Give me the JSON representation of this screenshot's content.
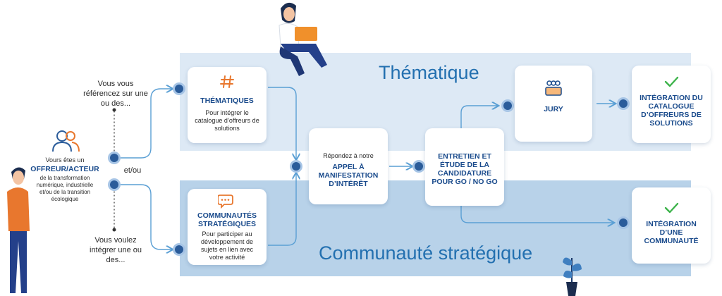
{
  "bands": {
    "top_title": "Thématique",
    "bottom_title": "Communauté stratégique"
  },
  "left": {
    "intro": "Vours êtes un",
    "title": "OFFREUR/ACTEUR",
    "desc": "de la transformation numérique, industrielle et/ou de la transition écologique",
    "top_text": "Vous vous référencez sur une ou des...",
    "bottom_text": "Vous voulez intégrer une ou des...",
    "andor": "et/ou"
  },
  "cards": {
    "thematiques": {
      "title": "THÉMATIQUES",
      "desc": "Pour intégrer le catalogue d’offreurs de solutions",
      "icon": "hash-icon"
    },
    "communautes": {
      "title": "COMMUNAUTÉS STRATÉGIQUES",
      "desc": "Pour participer au développement de sujets en lien avec votre activité",
      "icon": "chat-icon"
    },
    "appel": {
      "intro": "Répondez à notre",
      "title": "APPEL À MANIFESTATION D’INTÉRÊT"
    },
    "entretien": {
      "title": "ENTRETIEN ET ÉTUDE DE LA CANDIDATURE POUR GO / NO GO"
    },
    "jury": {
      "title": "JURY",
      "icon": "jury-icon"
    },
    "integration_catalogue": {
      "title": "INTÉGRATION DU CATALOGUE D’OFFREURS DE SOLUTIONS",
      "icon": "check-icon"
    },
    "integration_communaute": {
      "title": "INTÉGRATION D’UNE COMMUNAUTÉ",
      "icon": "check-icon"
    }
  },
  "colors": {
    "band_top": "#dde9f5",
    "band_bottom": "#b8d2e9",
    "accent_orange": "#e8772e",
    "navy": "#1a4b8c",
    "check_green": "#3cb34a",
    "arrow_blue": "#5a9fd4"
  }
}
